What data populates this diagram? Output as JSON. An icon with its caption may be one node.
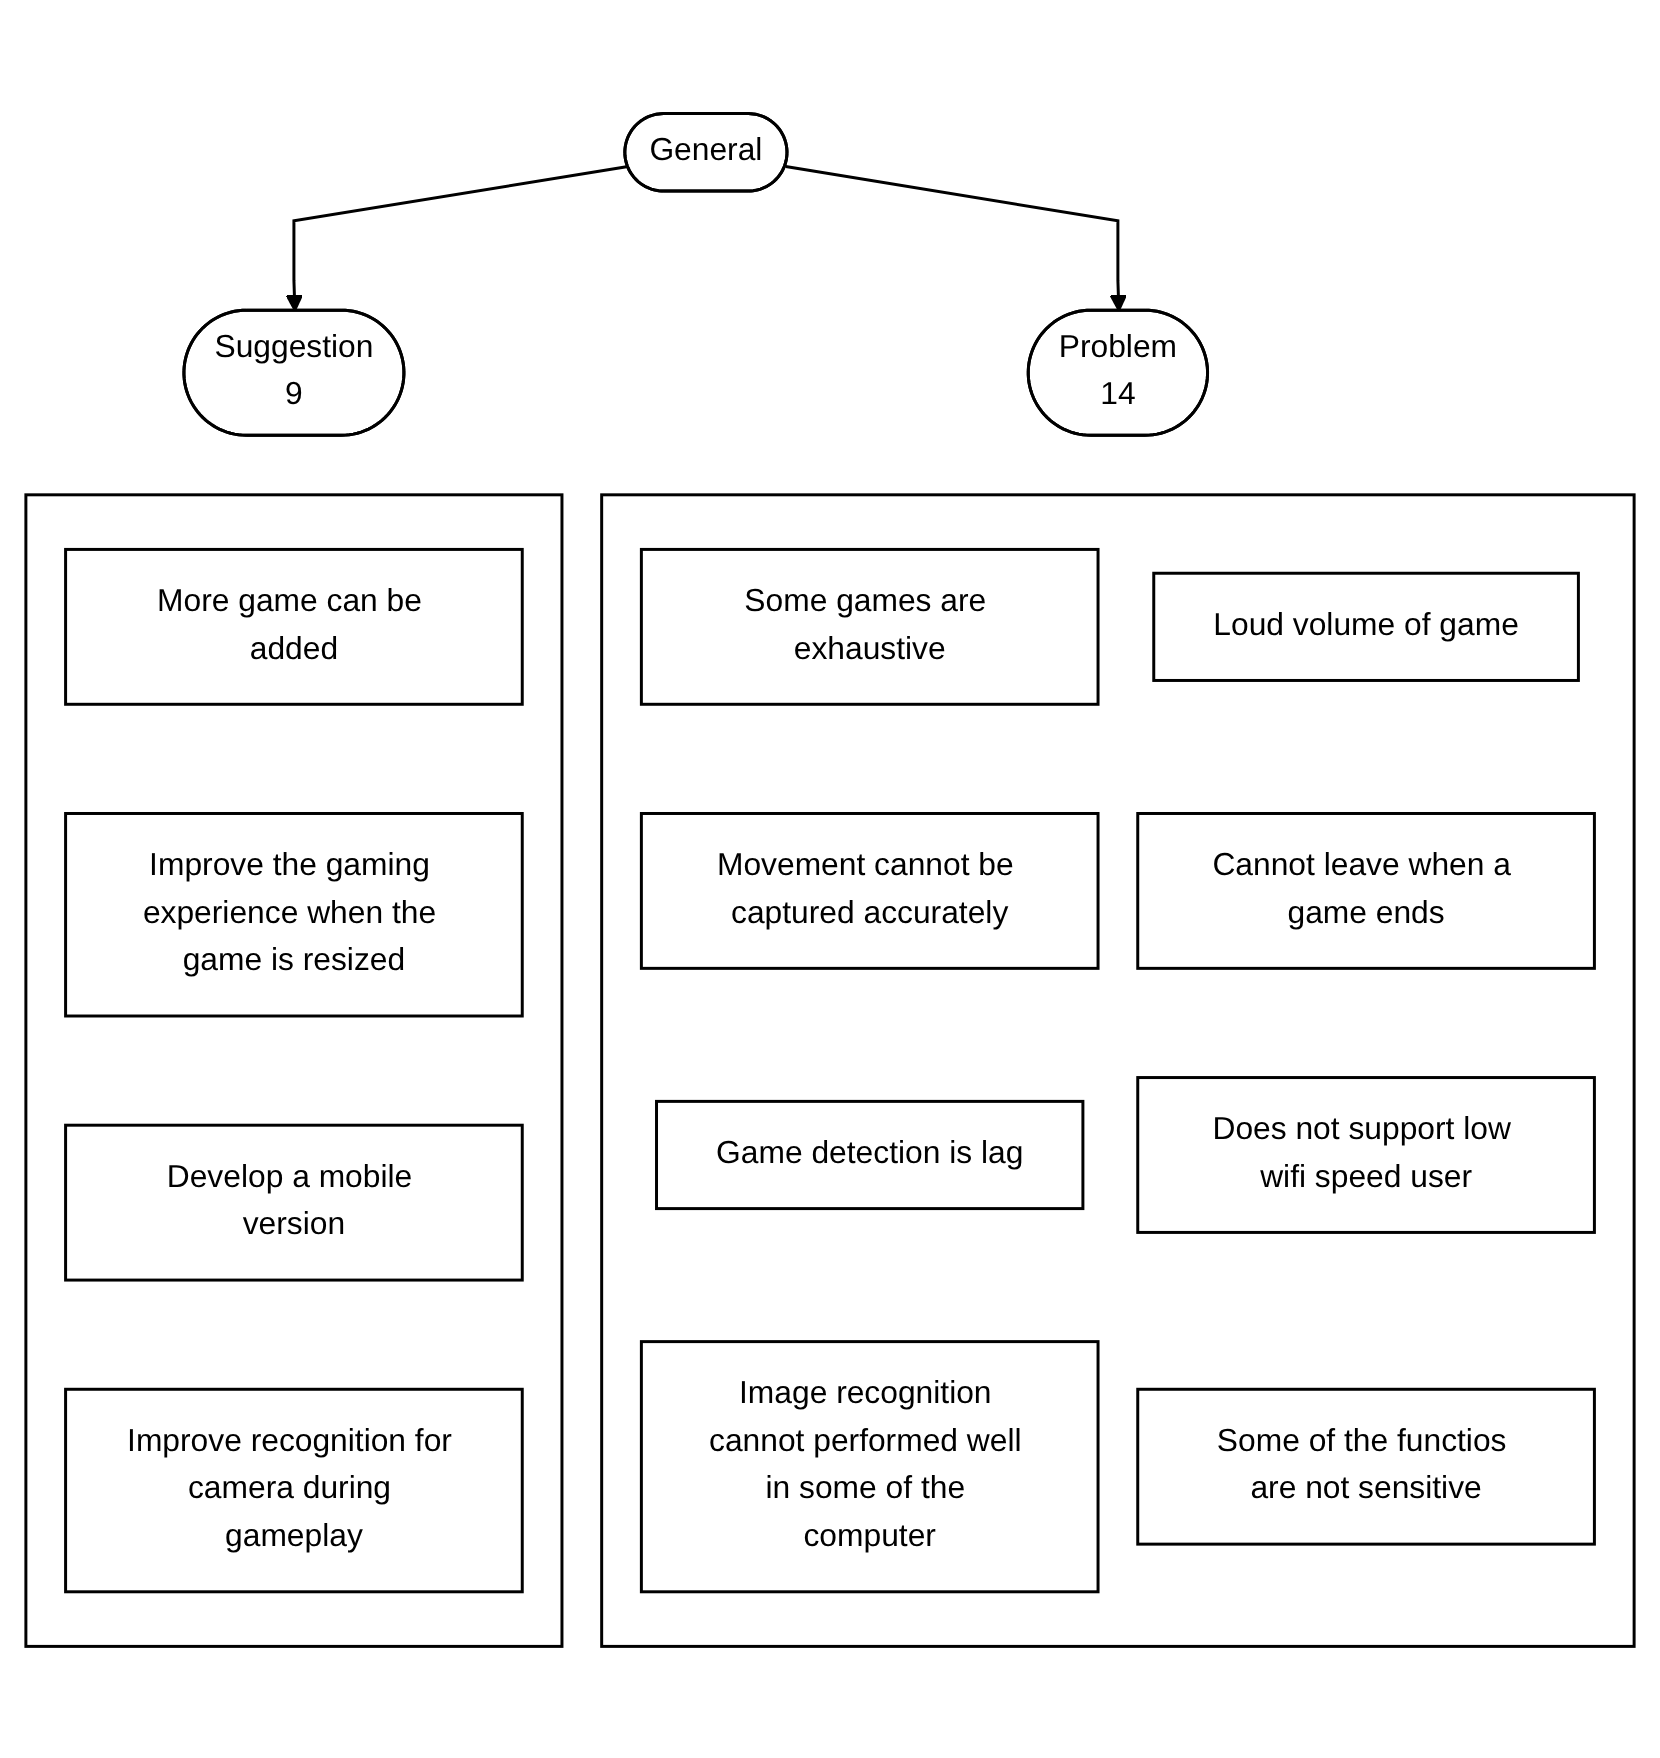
{
  "diagram": {
    "nodes": [
      {
        "text": [
          "General"
        ]
      },
      {
        "text": [
          "Suggestion",
          "9"
        ]
      },
      {
        "text": [
          "Problem",
          "14"
        ]
      },
      {
        "text": [],
        "shape": "box"
      },
      {
        "text": [
          "More game can be added"
        ],
        "in": 3
      },
      {
        "text": [
          "Improve the gaming experience when the game is resized"
        ],
        "in": 3
      },
      {
        "text": [
          "Develop a mobile version"
        ],
        "in": 3
      },
      {
        "text": [
          "Improve recognition for camera during gameplay"
        ],
        "in": 3
      },
      {
        "text": [],
        "shape": "box"
      },
      {
        "text": [
          "Some games are exhaustive"
        ],
        "in": 8
      },
      {
        "text": [
          "Loud volume of game"
        ],
        "in": 8
      },
      {
        "text": [
          "Movement cannot be captured accurately"
        ],
        "in": 8
      },
      {
        "text": [
          "Cannot leave when a game ends"
        ],
        "in": 8
      },
      {
        "text": [
          "Game detection is lag"
        ],
        "in": 8
      },
      {
        "text": [
          "Does not support low wifi speed user"
        ],
        "in": 8
      },
      {
        "text": [
          "Image recognition cannot performed well in some of the computer"
        ],
        "in": 8
      },
      {
        "text": [
          "Some of the functios are not sensitive"
        ],
        "in": 8
      }
    ],
    "edges": [
      {
        "from": 0,
        "to": 1,
        "arrow": "to"
      },
      {
        "from": 0,
        "to": 2,
        "arrow": "to"
      }
    ]
  }
}
